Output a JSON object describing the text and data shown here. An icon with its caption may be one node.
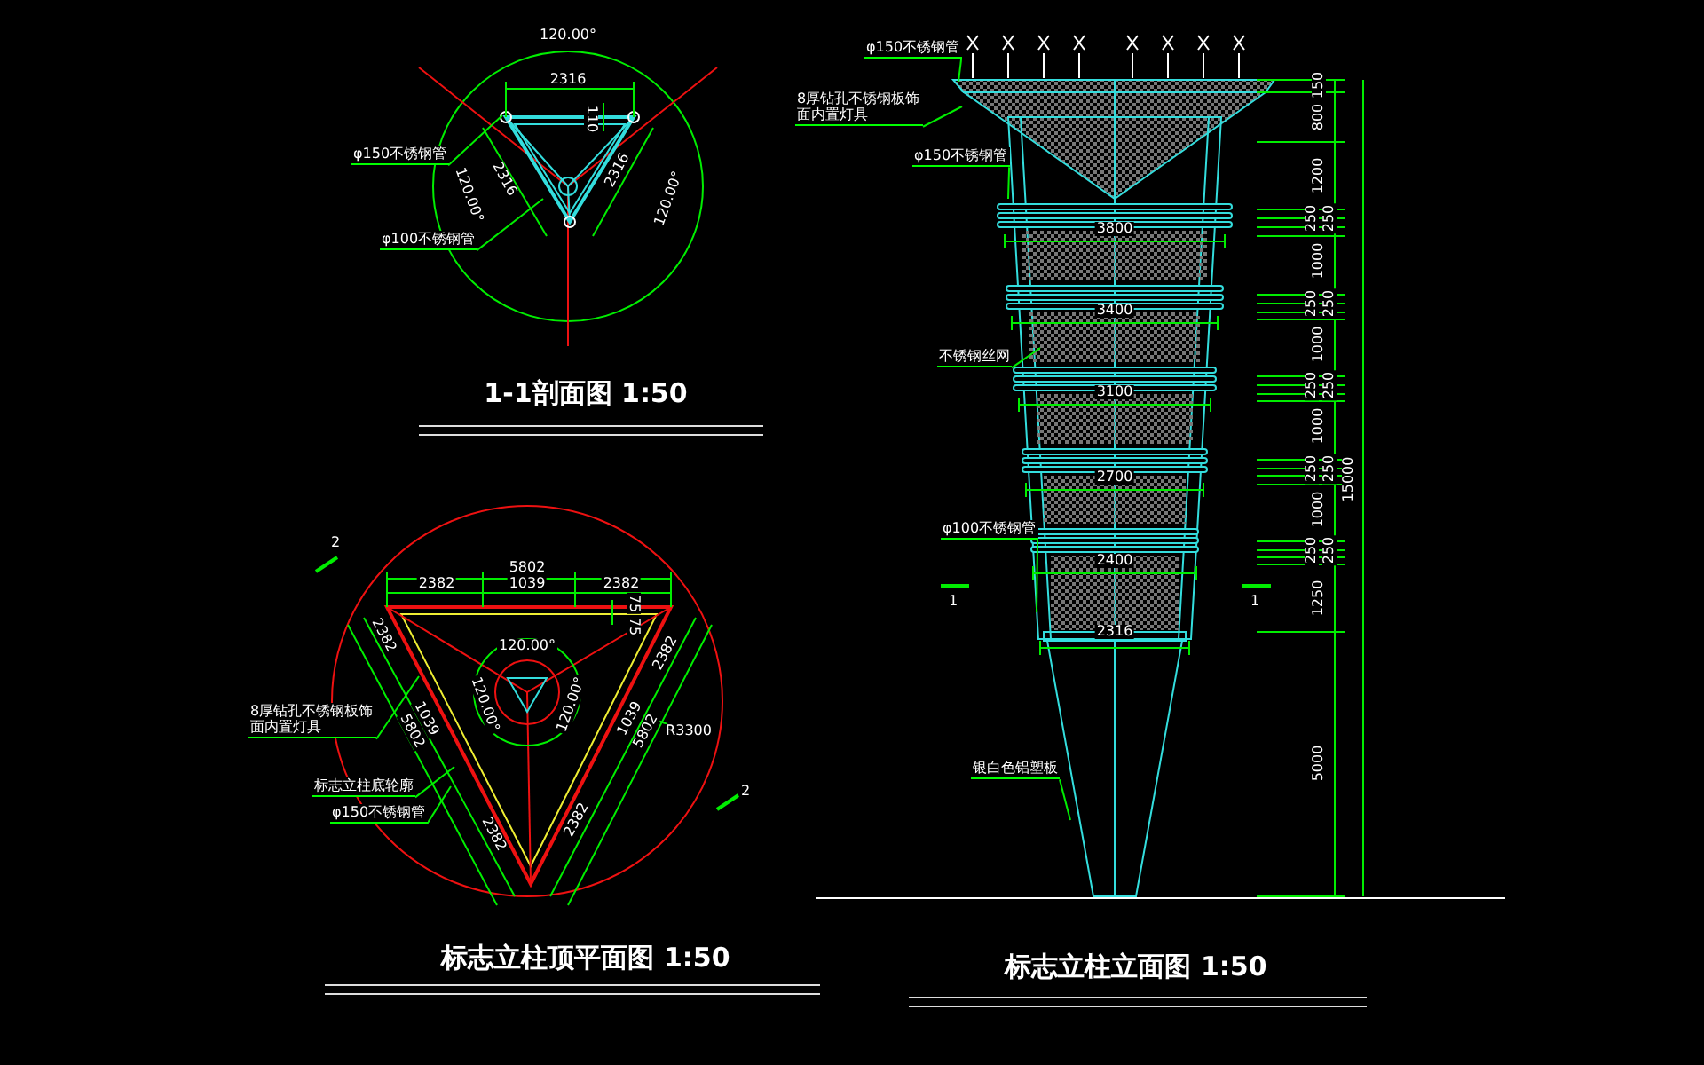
{
  "diagram": {
    "nodes": [
      {
        "text": [
          "φ150不锈钢管"
        ]
      },
      {
        "text": [
          "φ100不锈钢管"
        ]
      },
      {
        "text": [
          "8厚钻孔不锈钢板饰面内置灯具"
        ]
      },
      {
        "text": [
          "标志立柱底轮廓"
        ]
      },
      {
        "text": [
          "φ150不锈钢管"
        ]
      },
      {
        "text": [
          "φ150不锈钢管"
        ]
      },
      {
        "text": [
          "8厚钻孔不锈钢板饰面内置灯具"
        ]
      },
      {
        "text": [
          "φ150不锈钢管"
        ]
      },
      {
        "text": [
          "不锈钢丝网"
        ]
      },
      {
        "text": [
          "φ100不锈钢管"
        ]
      },
      {
        "text": [
          "银白色铝塑板"
        ]
      }
    ],
    "edges": [
      {
        "from": 0,
        "to": null,
        "arrow": "none"
      },
      {
        "from": 1,
        "to": null,
        "arrow": "none"
      },
      {
        "from": 2,
        "to": null,
        "arrow": "none"
      },
      {
        "from": 3,
        "to": null,
        "arrow": "none"
      },
      {
        "from": 4,
        "to": null,
        "arrow": "none"
      },
      {
        "from": 5,
        "to": null,
        "arrow": "none"
      },
      {
        "from": 6,
        "to": null,
        "arrow": "none"
      },
      {
        "from": 7,
        "to": null,
        "arrow": "none"
      },
      {
        "from": 8,
        "to": null,
        "arrow": "none"
      },
      {
        "from": 9,
        "to": null,
        "arrow": "none"
      },
      {
        "from": 10,
        "to": null,
        "arrow": "none"
      }
    ],
    "labels": [
      "120.00°",
      "2316",
      "110",
      "2316",
      "2316",
      "120.00°",
      "120.00°",
      "1-1剖面图 1:50",
      "2",
      "5802",
      "2382",
      "1039",
      "2382",
      "75",
      "75",
      "120.00°",
      "120.00°",
      "120.00°",
      "2382",
      "1039",
      "5802",
      "2382",
      "2382",
      "1039",
      "5802",
      "2382",
      "R3300",
      "2",
      "标志立柱顶平面图 1:50",
      "3800",
      "3400",
      "3100",
      "2700",
      "2400",
      "2316",
      "1",
      "1",
      "150",
      "800",
      "1200",
      "250",
      "250",
      "1000",
      "250",
      "250",
      "1000",
      "250",
      "250",
      "1000",
      "250",
      "250",
      "1000",
      "250",
      "250",
      "1250",
      "5000",
      "15000",
      "标志立柱立面图 1:50"
    ]
  }
}
